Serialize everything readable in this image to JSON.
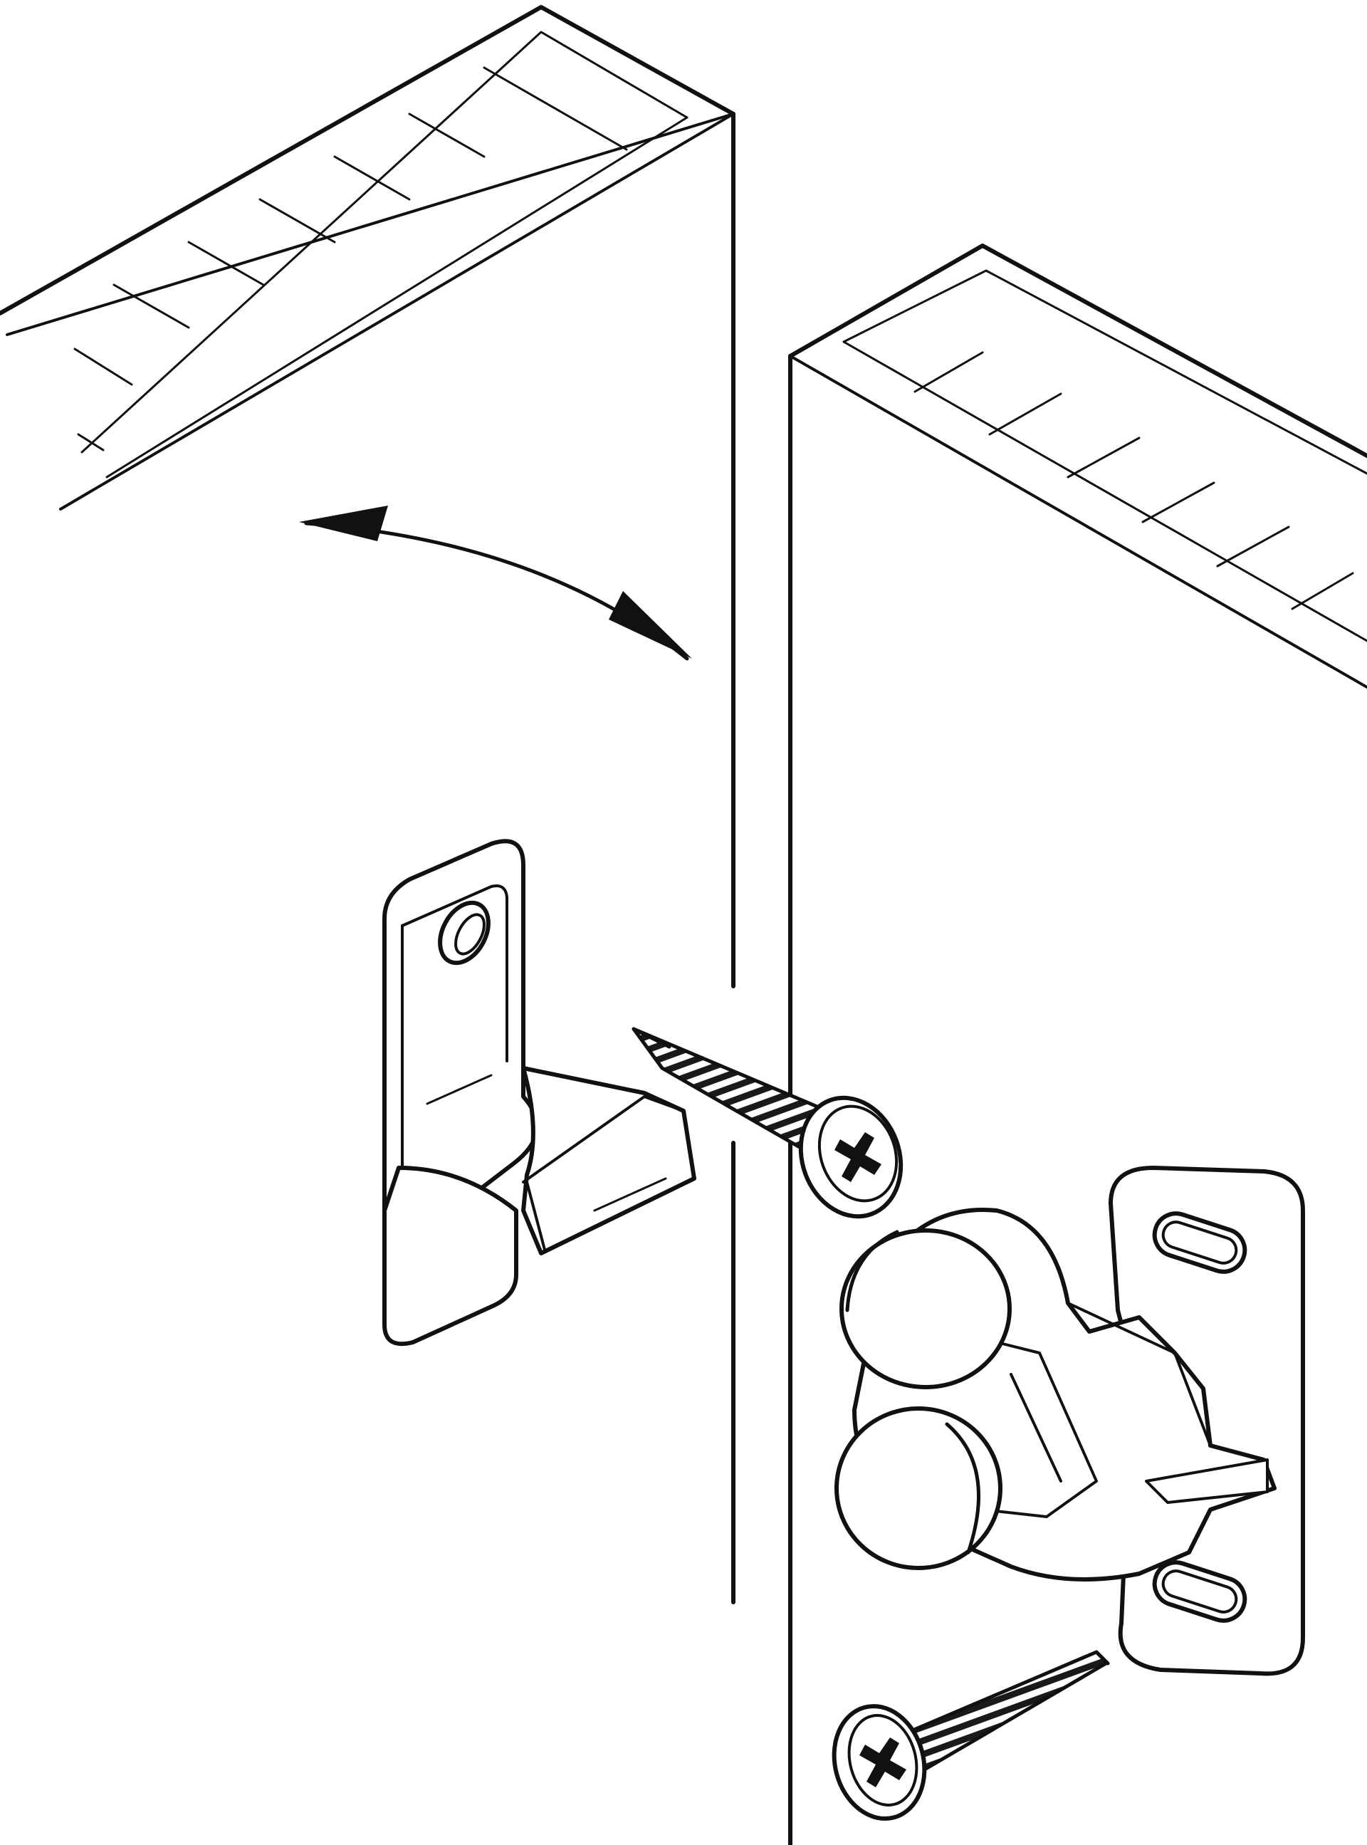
{
  "diagram": {
    "colors": {
      "line": "#111111",
      "background": "#ffffff",
      "screw": "#1a1a1a"
    },
    "parts": [
      "left-cabinet-door",
      "right-cabinet-door",
      "swing-arrow-icon",
      "catch-strike-plate",
      "door-screw",
      "double-roller-catch",
      "catch-screw"
    ]
  }
}
